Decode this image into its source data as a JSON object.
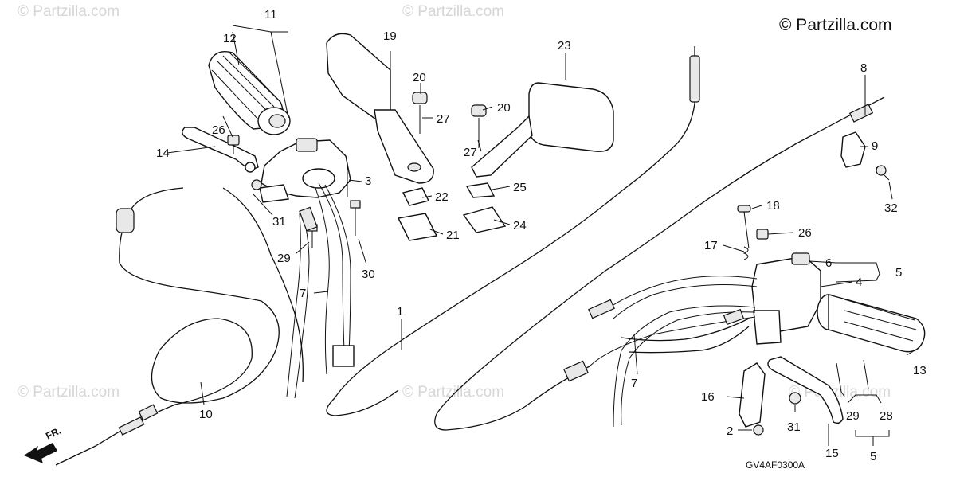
{
  "copyright": "© Partzilla.com",
  "watermark": "© Partzilla.com",
  "diagram_code": "GV4AF0300A",
  "direction_label": "FR.",
  "callouts": {
    "c1": "1",
    "c2": "2",
    "c3": "3",
    "c4": "4",
    "c5a": "5",
    "c5b": "5",
    "c6": "6",
    "c7a": "7",
    "c7b": "7",
    "c8": "8",
    "c9": "9",
    "c10": "10",
    "c11": "11",
    "c12": "12",
    "c13": "13",
    "c14": "14",
    "c15": "15",
    "c16": "16",
    "c17": "17",
    "c18": "18",
    "c19": "19",
    "c20a": "20",
    "c20b": "20",
    "c21": "21",
    "c22": "22",
    "c23": "23",
    "c24": "24",
    "c25": "25",
    "c26a": "26",
    "c26b": "26",
    "c27a": "27",
    "c27b": "27",
    "c28": "28",
    "c29a": "29",
    "c29b": "29",
    "c30": "30",
    "c31a": "31",
    "c31b": "31",
    "c32": "32"
  }
}
